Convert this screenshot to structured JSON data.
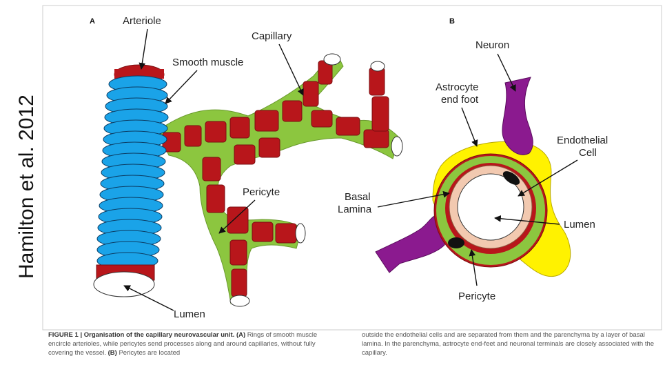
{
  "side_label": "Hamilton et al. 2012",
  "panels": {
    "a": "A",
    "b": "B"
  },
  "labels_a": {
    "arteriole": "Arteriole",
    "smooth_muscle": "Smooth muscle",
    "capillary": "Capillary",
    "pericyte": "Pericyte",
    "lumen": "Lumen"
  },
  "labels_b": {
    "neuron": "Neuron",
    "astrocyte_1": "Astrocyte",
    "astrocyte_2": "end foot",
    "endothelial_1": "Endothelial",
    "endothelial_2": "Cell",
    "basal_1": "Basal",
    "basal_2": "Lamina",
    "lumen": "Lumen",
    "pericyte": "Pericyte"
  },
  "caption": {
    "title": "FIGURE 1 | Organisation of the capillary neurovascular unit. (A)",
    "left_rest": " Rings of smooth muscle encircle arterioles, while pericytes send processes along and around capillaries, without fully covering the vessel. ",
    "b_tag": "(B)",
    "left_tail": " Pericytes are located",
    "right": "outside the endothelial cells and are separated from them and the parenchyma by a layer of basal lamina. In the parenchyma, astrocyte end-feet and neuronal terminals are closely associated with the capillary."
  },
  "colors": {
    "smooth_muscle": "#1aa3e8",
    "vessel": "#b8161b",
    "pericyte": "#8cc63f",
    "astrocyte": "#fff200",
    "neuron": "#8b1a8f",
    "endothelial": "#f2c9b0"
  }
}
